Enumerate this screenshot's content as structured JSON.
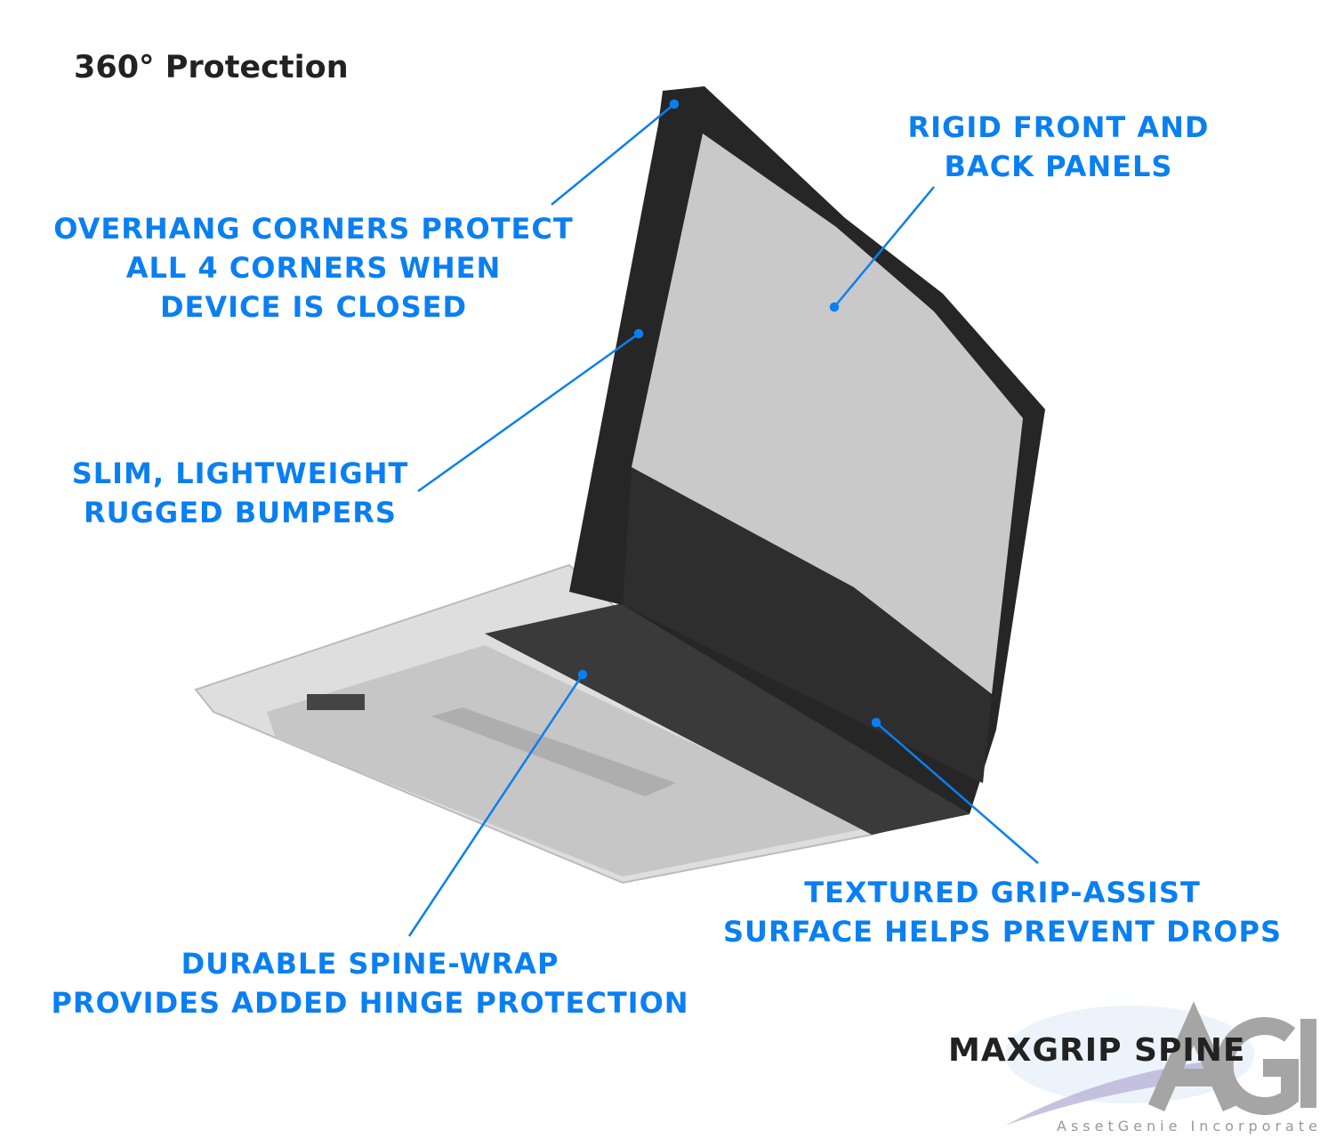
{
  "title": "360° Protection",
  "callouts": {
    "overhang": [
      "OVERHANG CORNERS PROTECT",
      "ALL 4 CORNERS WHEN",
      "DEVICE IS CLOSED"
    ],
    "rigid": [
      "RIGID FRONT AND",
      "BACK PANELS"
    ],
    "slim": [
      "SLIM, LIGHTWEIGHT",
      "RUGGED BUMPERS"
    ],
    "durable": [
      "DURABLE SPINE-WRAP",
      "PROVIDES ADDED HINGE PROTECTION"
    ],
    "textured": [
      "TEXTURED GRIP-ASSIST",
      "SURFACE HELPS PREVENT DROPS"
    ]
  },
  "product_name": "MAXGRIP SPINE",
  "logo": {
    "mark": "AGI",
    "company": "AssetGenie Incorporated"
  },
  "colors": {
    "accent": "#0a7ff2",
    "text": "#222222",
    "case_dark": "#2a2a2a",
    "panel": "#c9c9c9"
  }
}
